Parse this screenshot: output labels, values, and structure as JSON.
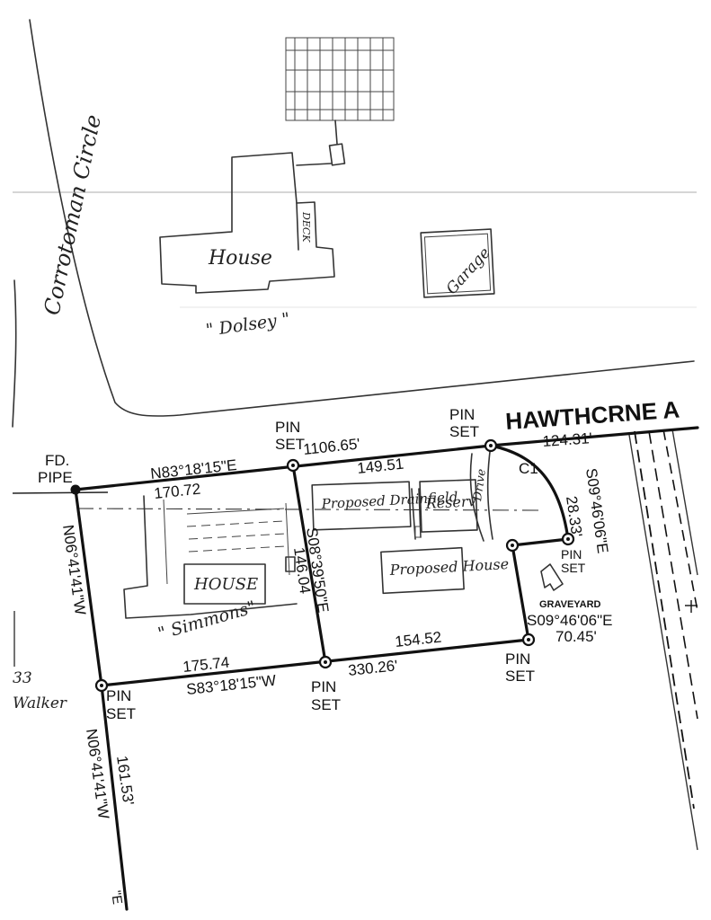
{
  "roads": {
    "corrotoman": "Corrotoman Circle",
    "hawthorne": "HAWTHCRNE A"
  },
  "buildings": {
    "dolsey_house": "House",
    "dolsey_deck": "DECK",
    "garage": "Garage",
    "dolsey_owner": "\" Dolsey \"",
    "simmons_house": "HOUSE",
    "simmons_owner": "\" Simmons\"",
    "proposed_drainfield": "Proposed Drainfield",
    "reserve": "Reserv",
    "drive": "Drive",
    "proposed_house": "Proposed House",
    "graveyard": "GRAVEYARD"
  },
  "pins": {
    "fd_pipe": [
      "FD.",
      "PIPE"
    ],
    "pin_set_top_mid": [
      "PIN",
      "SET"
    ],
    "pin_set_top_right": [
      "PIN",
      "SET"
    ],
    "pin_set_east": [
      "PIN",
      "SET"
    ],
    "pin_set_bottom_right": [
      "PIN",
      "SET"
    ],
    "pin_set_bottom_mid": [
      "PIN",
      "SET"
    ],
    "pin_set_bottom_left": [
      "PIN",
      "SET"
    ]
  },
  "bearings": {
    "north_line": "N83°18'15\"E",
    "north_total": "1106.65'",
    "north_seg1": "170.72",
    "north_seg2": "149.51",
    "north_seg3": "124.31'",
    "curve": "C1",
    "east_bearing": "S09°46'06\"E",
    "east_dist": "28.33'",
    "mid_bearing": "S08°39'50\"E",
    "mid_dist": "146.04",
    "south_bearing2": "S09°46'06\"E",
    "south_dist2": "70.45'",
    "south_seg1": "154.52",
    "south_total": "330.26'",
    "south_seg2": "175.74",
    "south_line": "S83°18'15\"W",
    "west_bearing": "N06°41'41\"W",
    "west_bearing2": "N06°41'41\"W",
    "west_dist2": "161.53'",
    "edge_e": "\"E"
  },
  "adjacent": {
    "lot_num": "33",
    "owner": "Walker"
  }
}
